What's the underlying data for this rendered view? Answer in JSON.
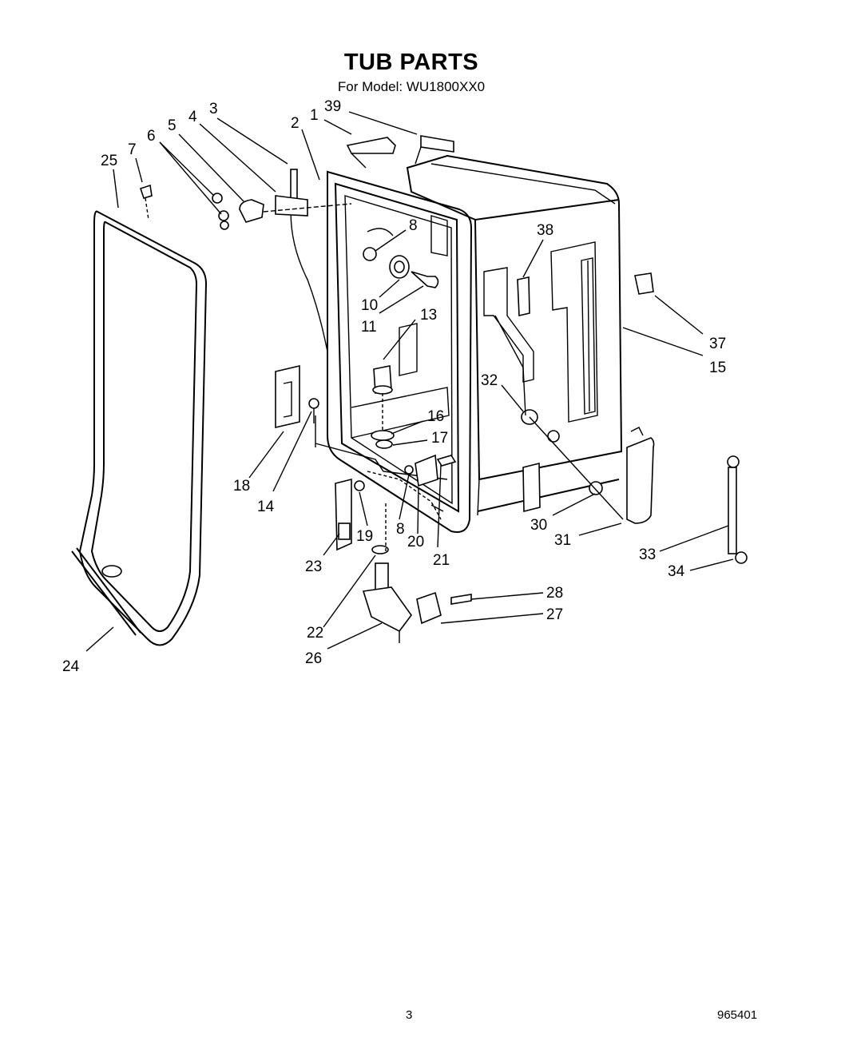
{
  "title": "TUB PARTS",
  "subtitle": "For Model: WU1800XX0",
  "page_number": "3",
  "doc_number": "965401",
  "callouts": [
    {
      "id": "1",
      "label": "1"
    },
    {
      "id": "2",
      "label": "2"
    },
    {
      "id": "3",
      "label": "3"
    },
    {
      "id": "4",
      "label": "4"
    },
    {
      "id": "5",
      "label": "5"
    },
    {
      "id": "6",
      "label": "6"
    },
    {
      "id": "7",
      "label": "7"
    },
    {
      "id": "8a",
      "label": "8"
    },
    {
      "id": "8b",
      "label": "8"
    },
    {
      "id": "10",
      "label": "10"
    },
    {
      "id": "11",
      "label": "11"
    },
    {
      "id": "13",
      "label": "13"
    },
    {
      "id": "14",
      "label": "14"
    },
    {
      "id": "15",
      "label": "15"
    },
    {
      "id": "16",
      "label": "16"
    },
    {
      "id": "17",
      "label": "17"
    },
    {
      "id": "18",
      "label": "18"
    },
    {
      "id": "19",
      "label": "19"
    },
    {
      "id": "20",
      "label": "20"
    },
    {
      "id": "21",
      "label": "21"
    },
    {
      "id": "22",
      "label": "22"
    },
    {
      "id": "23",
      "label": "23"
    },
    {
      "id": "24",
      "label": "24"
    },
    {
      "id": "25",
      "label": "25"
    },
    {
      "id": "26",
      "label": "26"
    },
    {
      "id": "27",
      "label": "27"
    },
    {
      "id": "28",
      "label": "28"
    },
    {
      "id": "30",
      "label": "30"
    },
    {
      "id": "31",
      "label": "31"
    },
    {
      "id": "32",
      "label": "32"
    },
    {
      "id": "33",
      "label": "33"
    },
    {
      "id": "34",
      "label": "34"
    },
    {
      "id": "37",
      "label": "37"
    },
    {
      "id": "38",
      "label": "38"
    },
    {
      "id": "39",
      "label": "39"
    }
  ]
}
